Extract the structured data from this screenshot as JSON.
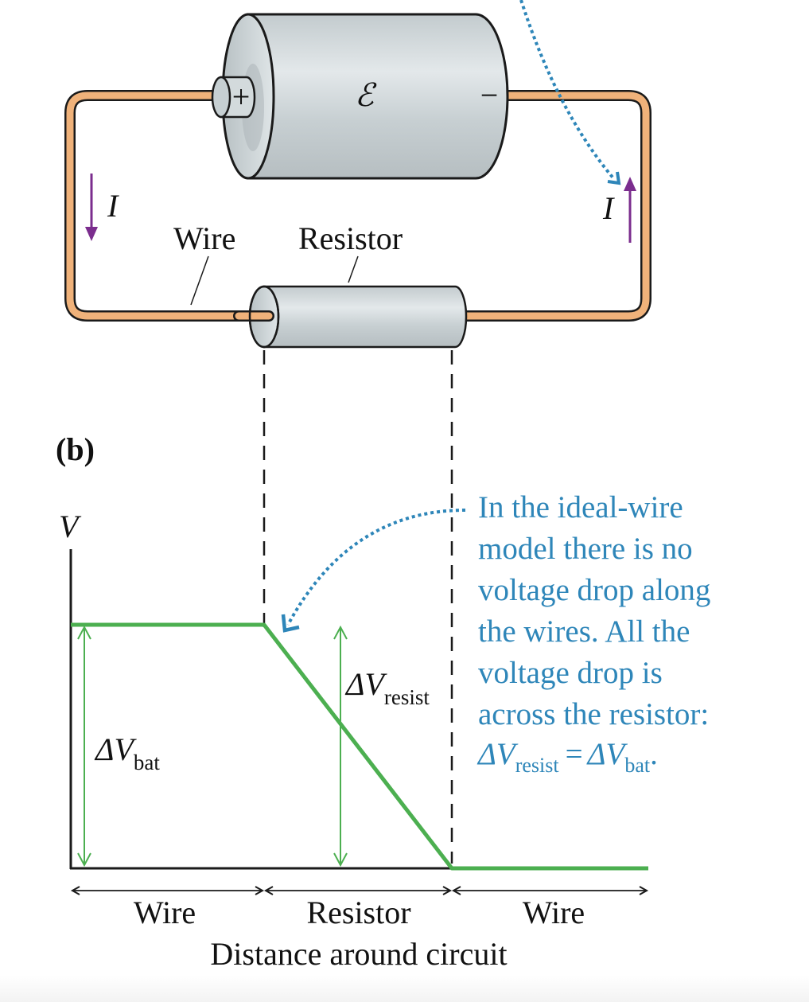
{
  "figure": {
    "panel_label": "(b)",
    "circuit": {
      "battery_symbol": "ℰ",
      "positive_terminal": "+",
      "negative_terminal": "−",
      "current_label_left": "I",
      "current_label_right": "I",
      "wire_label": "Wire",
      "resistor_label": "Resistor"
    },
    "graph": {
      "y_axis_label": "V",
      "delta_v_bat": {
        "delta": "ΔV",
        "subscript": "bat"
      },
      "delta_v_resist": {
        "delta": "ΔV",
        "subscript": "resist"
      },
      "segments": [
        "Wire",
        "Resistor",
        "Wire"
      ],
      "x_axis_title": "Distance around circuit"
    },
    "annotation": {
      "lines": [
        "In the ideal-wire",
        "model there is no",
        "voltage drop along",
        "the wires. All the",
        "voltage drop is",
        "across the resistor:"
      ],
      "equation": {
        "lhs_delta": "ΔV",
        "lhs_subscript": "resist",
        "equals": "=",
        "rhs_delta": "ΔV",
        "rhs_subscript": "bat",
        "end": "."
      }
    },
    "colors": {
      "wire": "#f0b27a",
      "wire_outline": "#1a1a1a",
      "current_arrow": "#7b2d8e",
      "annotation": "#2e86b9",
      "voltage_line": "#4caf50",
      "cylinder_body": "#cfd6d8"
    }
  },
  "chart_data": {
    "type": "line",
    "title": "",
    "xlabel": "Distance around circuit",
    "ylabel": "V",
    "x_segments": [
      "Wire",
      "Resistor",
      "Wire"
    ],
    "series": [
      {
        "name": "V",
        "x": [
          0,
          1,
          2,
          3
        ],
        "y": [
          1,
          1,
          0,
          0
        ]
      }
    ],
    "x_breakpoints_meaning": [
      "start",
      "resistor entry",
      "resistor exit",
      "end"
    ],
    "y_units": "relative to ΔV_bat",
    "annotations": [
      "ΔV_bat",
      "ΔV_resist",
      "ΔV_resist = ΔV_bat"
    ],
    "grid": false
  }
}
